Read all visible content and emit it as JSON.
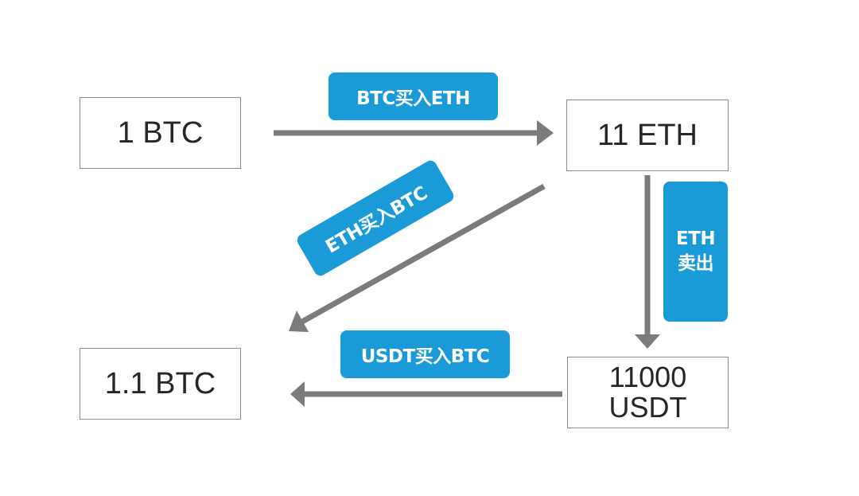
{
  "diagram": {
    "type": "flow",
    "nodes": {
      "start_btc": "1 BTC",
      "eth": "11 ETH",
      "usdt_line1": "11000",
      "usdt_line2": "USDT",
      "end_btc": "1.1 BTC"
    },
    "edges": {
      "btc_to_eth": "BTC买入ETH",
      "eth_to_btc": "ETH买入BTC",
      "eth_sell_line1": "ETH",
      "eth_sell_line2": "卖出",
      "usdt_to_btc": "USDT买入BTC"
    },
    "colors": {
      "label_bg": "#1a9ad6",
      "arrow": "#7b7b7b",
      "box_border": "#8c8c8c"
    }
  }
}
